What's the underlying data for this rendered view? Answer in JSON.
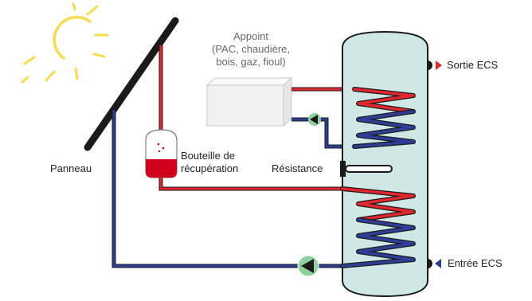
{
  "labels": {
    "appoint_line1": "Appoint",
    "appoint_line2": "(PAC, chaudière,",
    "appoint_line3": "bois, gaz, fioul)",
    "sortie": "Sortie ECS",
    "entree": "Entrée ECS",
    "bouteille_line1": "Bouteille de",
    "bouteille_line2": "récupération",
    "resistance": "Résistance",
    "panneau": "Panneau"
  },
  "colors": {
    "hot": "#e2262d",
    "cold": "#2e3d96",
    "tank_fill": "#cfe8e5",
    "pump_fill": "#8fd19e",
    "panel": "#1a1a1a",
    "sun": "#f6dc4a",
    "box_fill": "#f1f1f1",
    "vessel_liquid": "#d0021b"
  },
  "icons": {
    "sun": "sun-icon",
    "pump_main": "circulation-pump-icon",
    "pump_aux": "circulation-pump-icon",
    "resistance": "heating-element-icon"
  }
}
